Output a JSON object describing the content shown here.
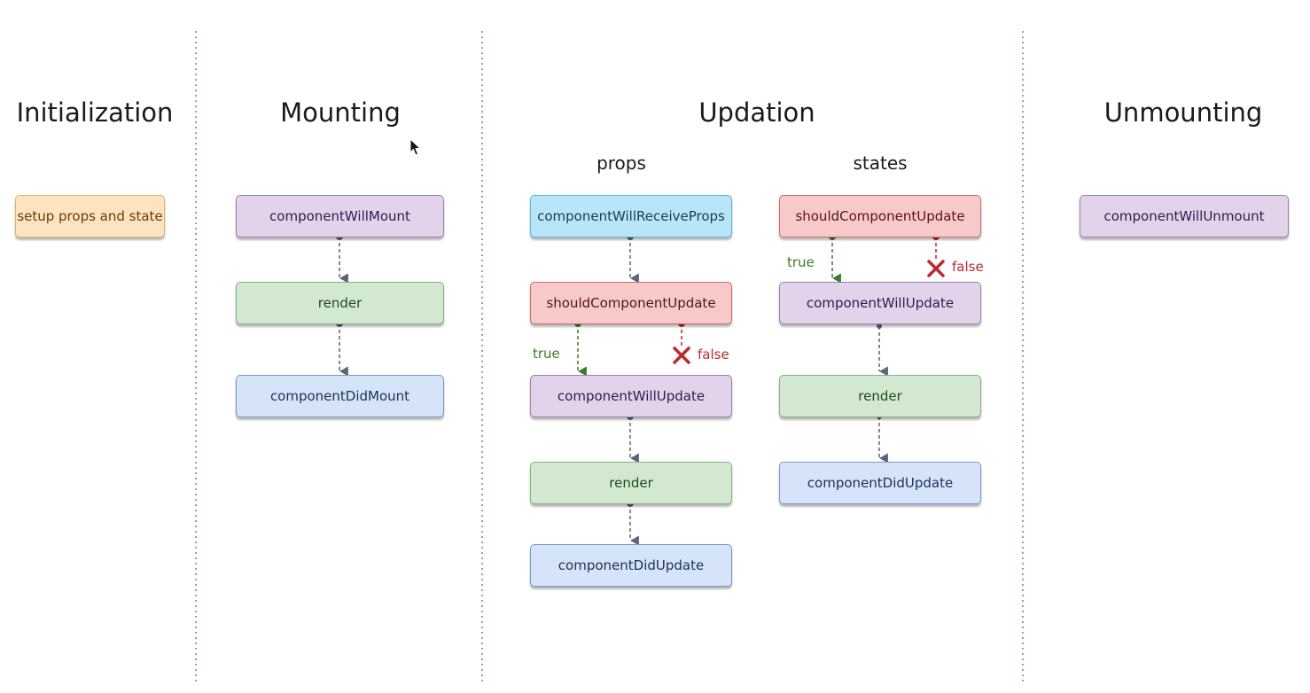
{
  "phases": {
    "initialization": "Initialization",
    "mounting": "Mounting",
    "updation": "Updation",
    "unmounting": "Unmounting"
  },
  "updation_sub": {
    "props": "props",
    "states": "states"
  },
  "initialization": {
    "setup": "setup props and state"
  },
  "mounting": {
    "will_mount": "componentWillMount",
    "render": "render",
    "did_mount": "componentDidMount"
  },
  "props_flow": {
    "will_receive_props": "componentWillReceiveProps",
    "should_update": "shouldComponentUpdate",
    "will_update": "componentWillUpdate",
    "render": "render",
    "did_update": "componentDidUpdate",
    "true_label": "true",
    "false_label": "false"
  },
  "states_flow": {
    "should_update": "shouldComponentUpdate",
    "will_update": "componentWillUpdate",
    "render": "render",
    "did_update": "componentDidUpdate",
    "true_label": "true",
    "false_label": "false"
  },
  "unmounting": {
    "will_unmount": "componentWillUnmount"
  },
  "colors": {
    "divider": "#5f9a5f",
    "connector": "#5b6478",
    "true_path": "#3d7a2a",
    "false_path": "#c0272d"
  }
}
